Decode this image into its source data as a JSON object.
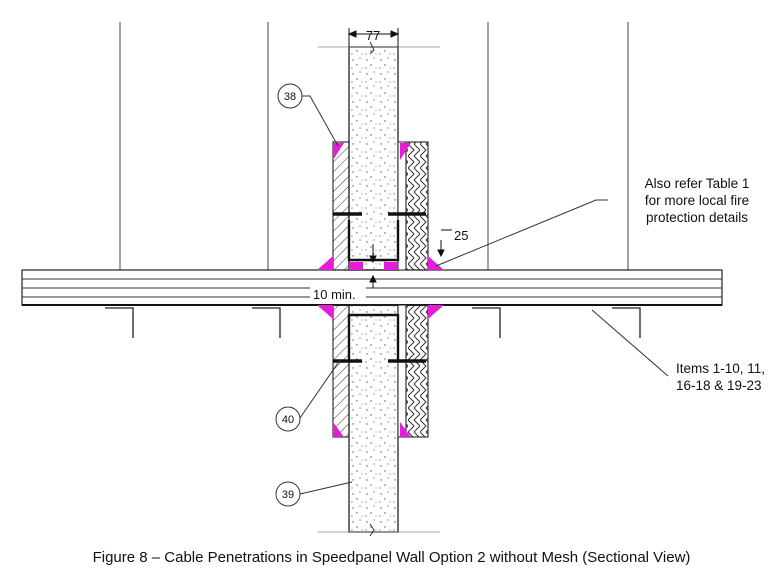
{
  "figure": {
    "caption": "Figure 8 – Cable Penetrations in Speedpanel Wall Option 2 without Mesh (Sectional View)",
    "dimensions": {
      "panel_thickness": "77",
      "clearance": "25",
      "min_gap": "10 min."
    },
    "callouts": {
      "c38": "38",
      "c39": "39",
      "c40": "40"
    },
    "notes": {
      "table_ref": [
        "Also refer Table 1",
        "for more local fire",
        "protection details"
      ],
      "items": [
        "Items 1-10, 11,",
        "16-18 & 19-23"
      ]
    },
    "colors": {
      "line": "#111111",
      "sealant": "#e21fd6",
      "concrete": "#ffffff"
    }
  }
}
